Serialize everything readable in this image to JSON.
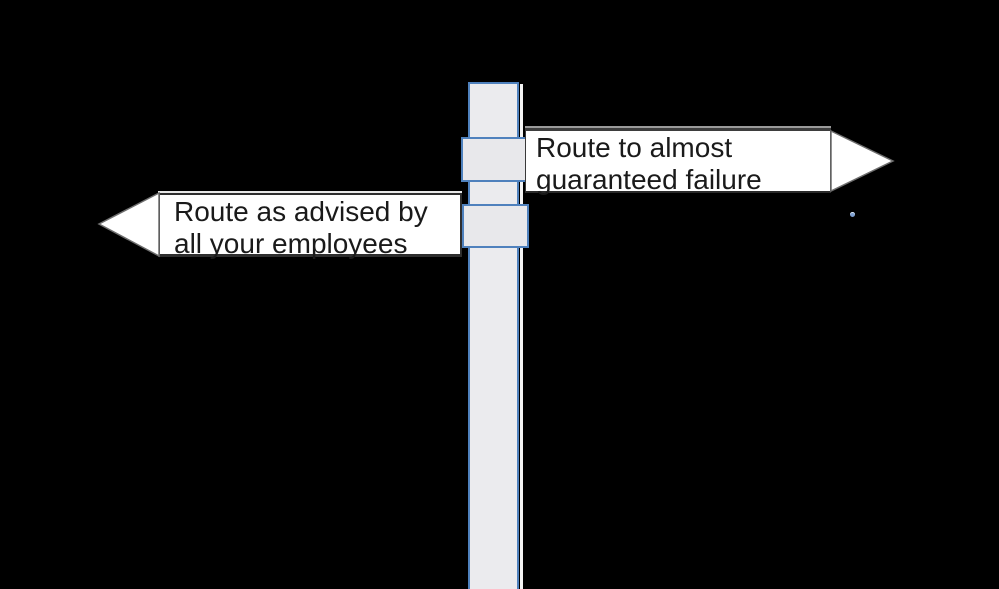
{
  "scene": {
    "description_background": "#000000",
    "signpost": {
      "pole_fill": "#ebebee",
      "pole_border": "#4f81bd",
      "sign_fill": "#ffffff",
      "sign_border": "#2e2e2e",
      "text_color": "#1a1a1a",
      "right_sign": {
        "direction": "right",
        "lines": [
          "Route to almost",
          "guaranteed failure"
        ]
      },
      "left_sign": {
        "direction": "left",
        "lines": [
          "Route as advised by",
          "all your employees"
        ]
      },
      "artifact_dot_color": "#7d9fd0"
    }
  }
}
